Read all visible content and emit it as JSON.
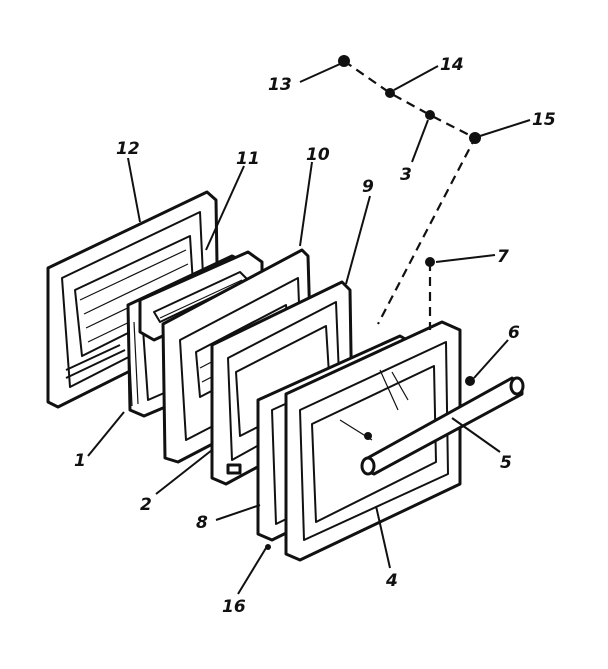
{
  "diagram": {
    "callouts": [
      {
        "id": "1",
        "label": "1"
      },
      {
        "id": "2",
        "label": "2"
      },
      {
        "id": "3",
        "label": "3"
      },
      {
        "id": "4",
        "label": "4"
      },
      {
        "id": "5",
        "label": "5"
      },
      {
        "id": "6",
        "label": "6"
      },
      {
        "id": "7",
        "label": "7"
      },
      {
        "id": "8",
        "label": "8"
      },
      {
        "id": "9",
        "label": "9"
      },
      {
        "id": "10",
        "label": "10"
      },
      {
        "id": "11",
        "label": "11"
      },
      {
        "id": "12",
        "label": "12"
      },
      {
        "id": "13",
        "label": "13"
      },
      {
        "id": "14",
        "label": "14"
      },
      {
        "id": "15",
        "label": "15"
      },
      {
        "id": "16",
        "label": "16"
      }
    ]
  }
}
